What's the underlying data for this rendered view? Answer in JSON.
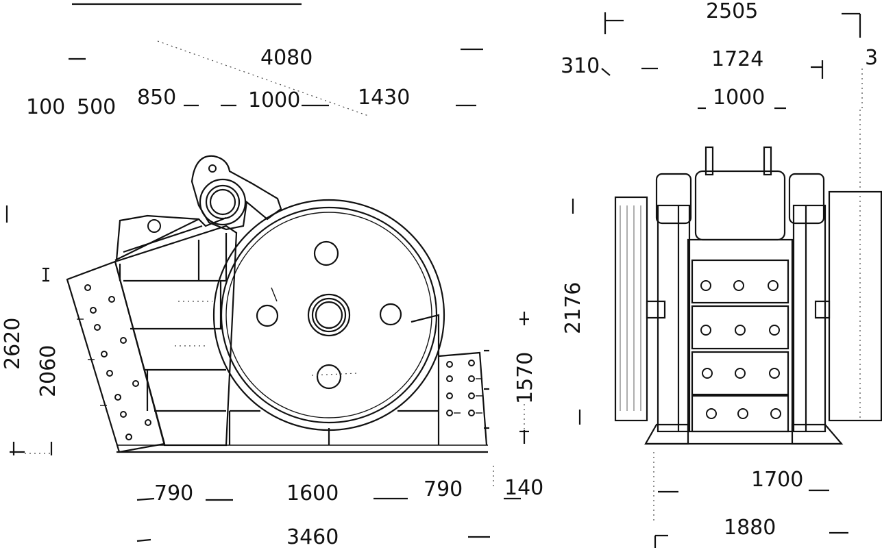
{
  "title": "",
  "side_view": {
    "top_dims": {
      "overall_length": "4080",
      "seg_100": "100",
      "seg_500": "500",
      "seg_850": "850",
      "seg_1000": "1000",
      "seg_1430": "1430"
    },
    "bottom_dims": {
      "left_790": "790",
      "center_1600": "1600",
      "right_790": "790",
      "end_140": "140",
      "base_length": "3460"
    },
    "vertical_dims": {
      "overall_height": "2620",
      "inlet_height": "2060",
      "outlet_height": "1570"
    }
  },
  "end_view": {
    "top_dims": {
      "overall_width": "2505",
      "offset_310": "310",
      "width_1724": "1724",
      "opening_1000": "1000",
      "cut_off_3": "3"
    },
    "bottom_dims": {
      "base_1700": "1700",
      "base_1880": "1880"
    },
    "vertical_dims": {
      "height_2176": "2176"
    }
  }
}
